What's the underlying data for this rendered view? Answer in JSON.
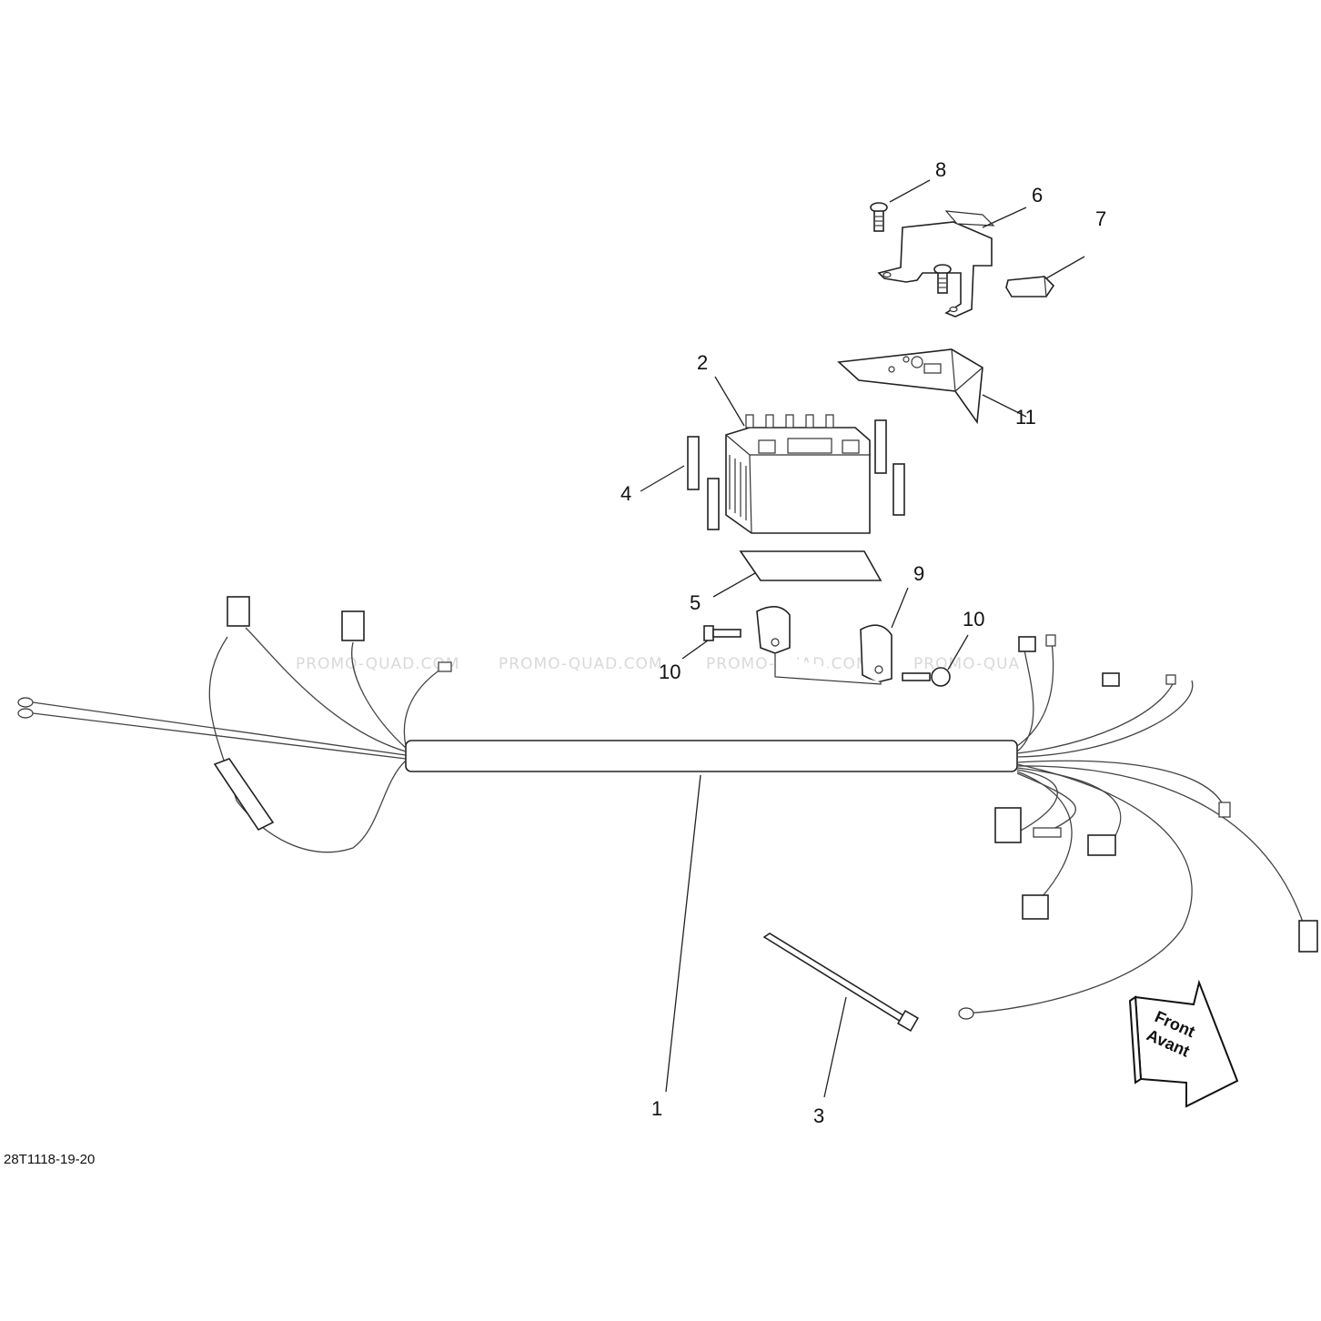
{
  "figure_code": "28T1118-19-20",
  "watermark": {
    "text_1": "PROMO-QUAD.COM",
    "text_2": "PROMO-QUAD.COM",
    "text_3": "PROMO-QUAD.COM",
    "text_4": "PROMO-QUA"
  },
  "direction_arrow": {
    "line_1": "Front",
    "line_2": "Avant"
  },
  "callouts": {
    "c1": "1",
    "c2": "2",
    "c3": "3",
    "c4": "4",
    "c5": "5",
    "c6": "6",
    "c7": "7",
    "c8": "8",
    "c9": "9",
    "c10a": "10",
    "c10b": "10",
    "c11": "11"
  }
}
